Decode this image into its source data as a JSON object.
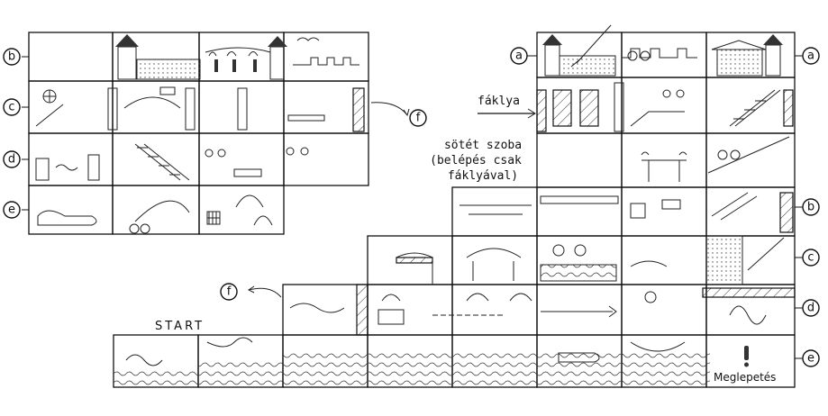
{
  "labels": {
    "torch": "fáklya",
    "dark_room_line1": "sötét szoba",
    "dark_room_line2": "(belépés csak",
    "dark_room_line3": "fáklyával)",
    "start": "START",
    "surprise": "Meglepetés"
  },
  "row_markers": {
    "left_map": [
      "b",
      "c",
      "d",
      "e"
    ],
    "right_map_left": [
      "a"
    ],
    "right_map_right": [
      "a",
      "b",
      "c",
      "d",
      "e"
    ],
    "connectors": [
      "f",
      "f"
    ]
  },
  "icons": {
    "torch_arrow": "arrow-right-icon",
    "surprise": "exclamation-icon"
  },
  "colors": {
    "ink": "#111111",
    "paper": "#ffffff"
  }
}
